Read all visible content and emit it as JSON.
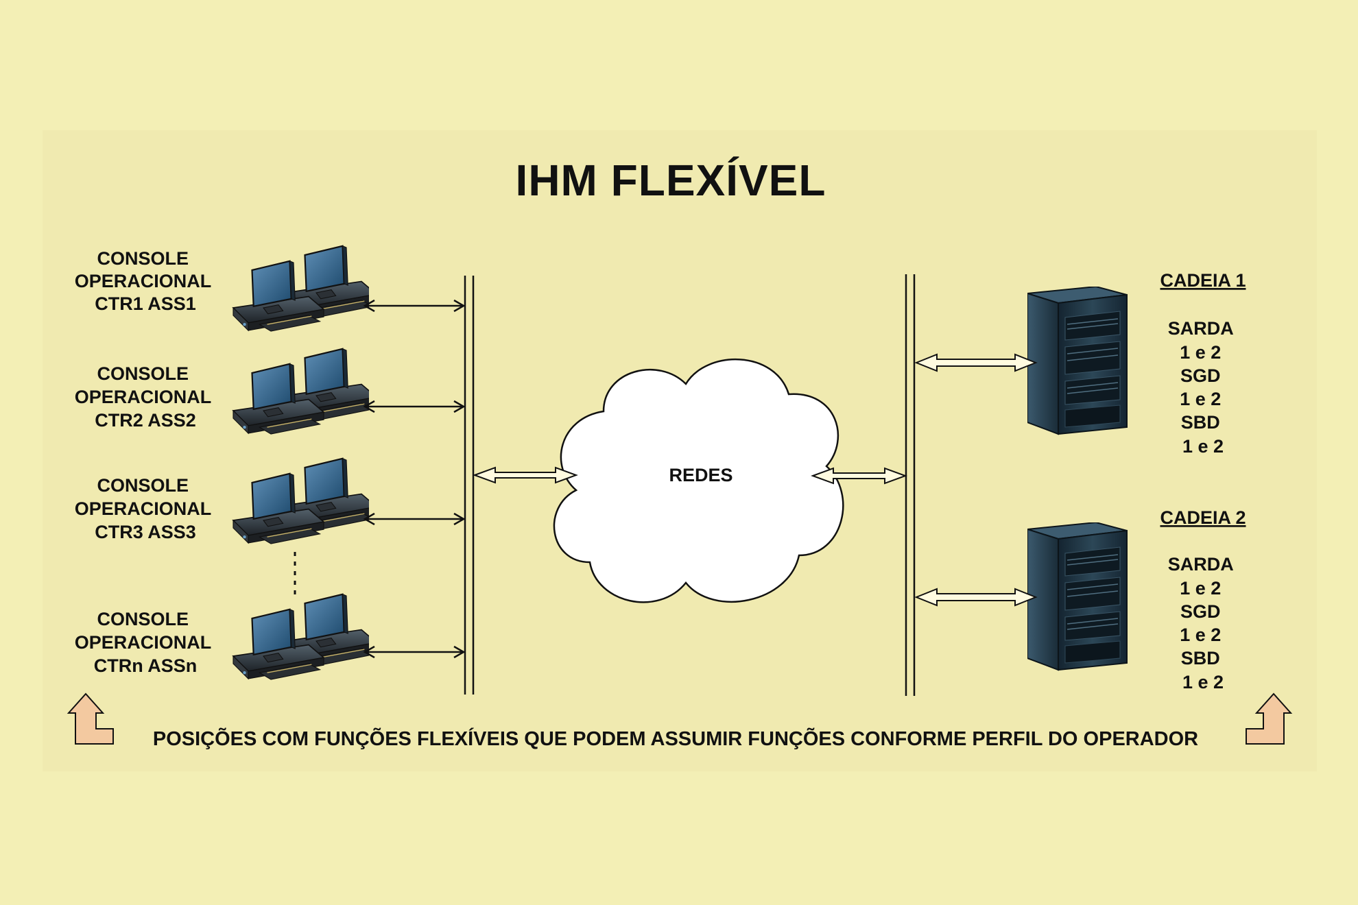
{
  "title": "IHM FLEXÍVEL",
  "consoles": [
    {
      "line1": "CONSOLE",
      "line2": "OPERACIONAL",
      "line3": "CTR1  ASS1"
    },
    {
      "line1": "CONSOLE",
      "line2": "OPERACIONAL",
      "line3": "CTR2  ASS2"
    },
    {
      "line1": "CONSOLE",
      "line2": "OPERACIONAL",
      "line3": "CTR3  ASS3"
    },
    {
      "line1": "CONSOLE",
      "line2": "OPERACIONAL",
      "line3": "CTRn  ASSn"
    }
  ],
  "network": {
    "label": "REDES"
  },
  "chains": [
    {
      "title": "CADEIA 1",
      "items": [
        "SARDA",
        "1 e 2",
        "SGD",
        "1 e 2",
        "SBD",
        "1 e 2"
      ]
    },
    {
      "title": "CADEIA 2",
      "items": [
        "SARDA",
        "1 e 2",
        "SGD",
        "1 e 2",
        "SBD",
        "1 e 2"
      ]
    }
  ],
  "footer": "POSIÇÕES COM FUNÇÕES FLEXÍVEIS QUE PODEM ASSUMIR FUNÇÕES CONFORME PERFIL DO OPERADOR",
  "colors": {
    "background": "#f3efb5",
    "monitor": "#2e5f86",
    "server": "#1f3442",
    "corner_arrow": "#f3c9a0"
  },
  "icons": [
    "workstation-icon",
    "server-rack-icon",
    "cloud-icon",
    "corner-arrow-icon"
  ]
}
